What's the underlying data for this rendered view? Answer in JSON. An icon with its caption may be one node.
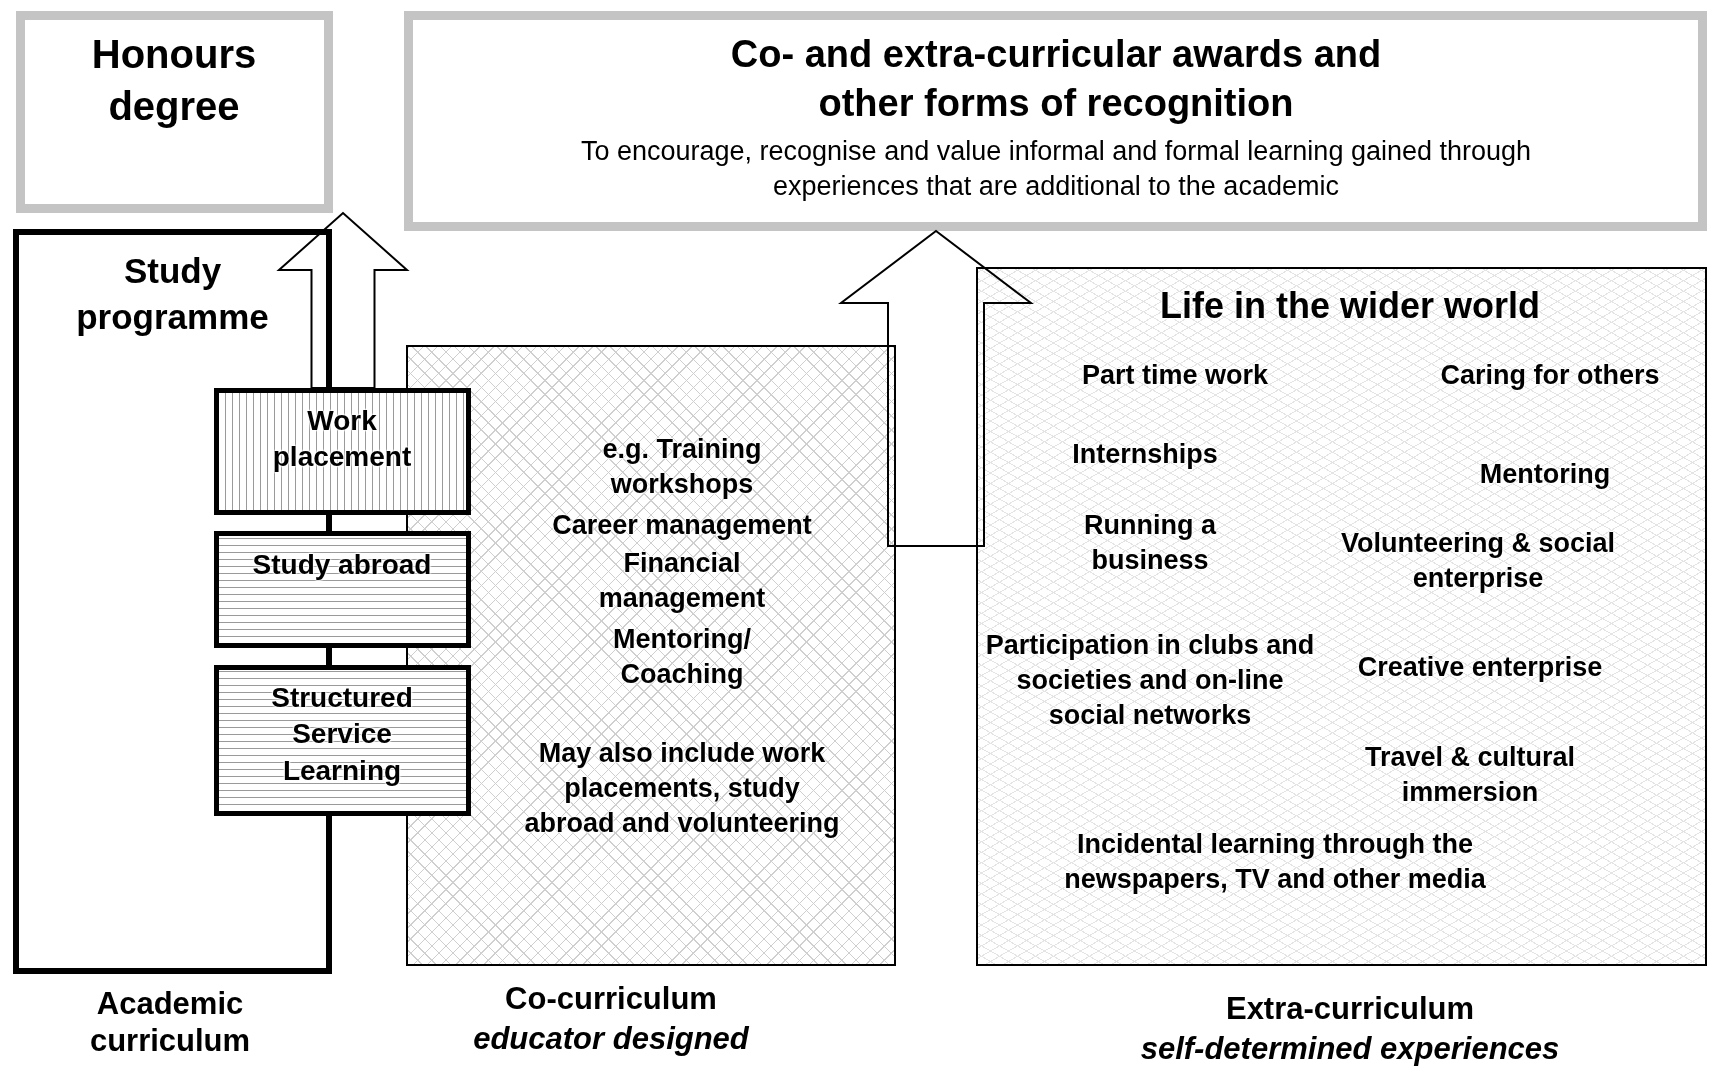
{
  "diagram": {
    "nodes": [
      {
        "text": [
          "Honours degree"
        ]
      },
      {
        "text": [
          "Co- and extra-curricular awards and other forms of recognition",
          "To encourage, recognise and value informal and formal learning gained through experiences that are additional to the academic"
        ]
      },
      {
        "text": [
          "Study programme"
        ],
        "beside": [
          "Academic curriculum"
        ]
      },
      {
        "text": [
          "Work placement"
        ]
      },
      {
        "text": [
          "Study abroad"
        ]
      },
      {
        "text": [
          "Structured Service Learning"
        ]
      },
      {
        "text": [
          "e.g. Training workshops",
          "Career management",
          "Financial management",
          "Mentoring/ Coaching",
          "May also include work placements, study abroad and volunteering"
        ],
        "beside": [
          "Co-curriculum",
          "educator designed"
        ]
      },
      {
        "text": [
          "Life in the wider world",
          "Part time work",
          "Caring for others",
          "Internships",
          "Mentoring",
          "Running a business",
          "Volunteering & social enterprise",
          "Participation in clubs and societies and on-line social networks",
          "Creative enterprise",
          "Travel & cultural immersion",
          "Incidental learning through the newspapers, TV and other media"
        ],
        "beside": [
          "Extra-curriculum",
          "self-determined experiences"
        ]
      }
    ],
    "edges": [
      {
        "from": 3,
        "to": 0,
        "arrow": "to"
      },
      {
        "from": 6,
        "to": 1,
        "arrow": "to"
      },
      {
        "from": 7,
        "to": 1,
        "arrow": "to"
      }
    ]
  }
}
